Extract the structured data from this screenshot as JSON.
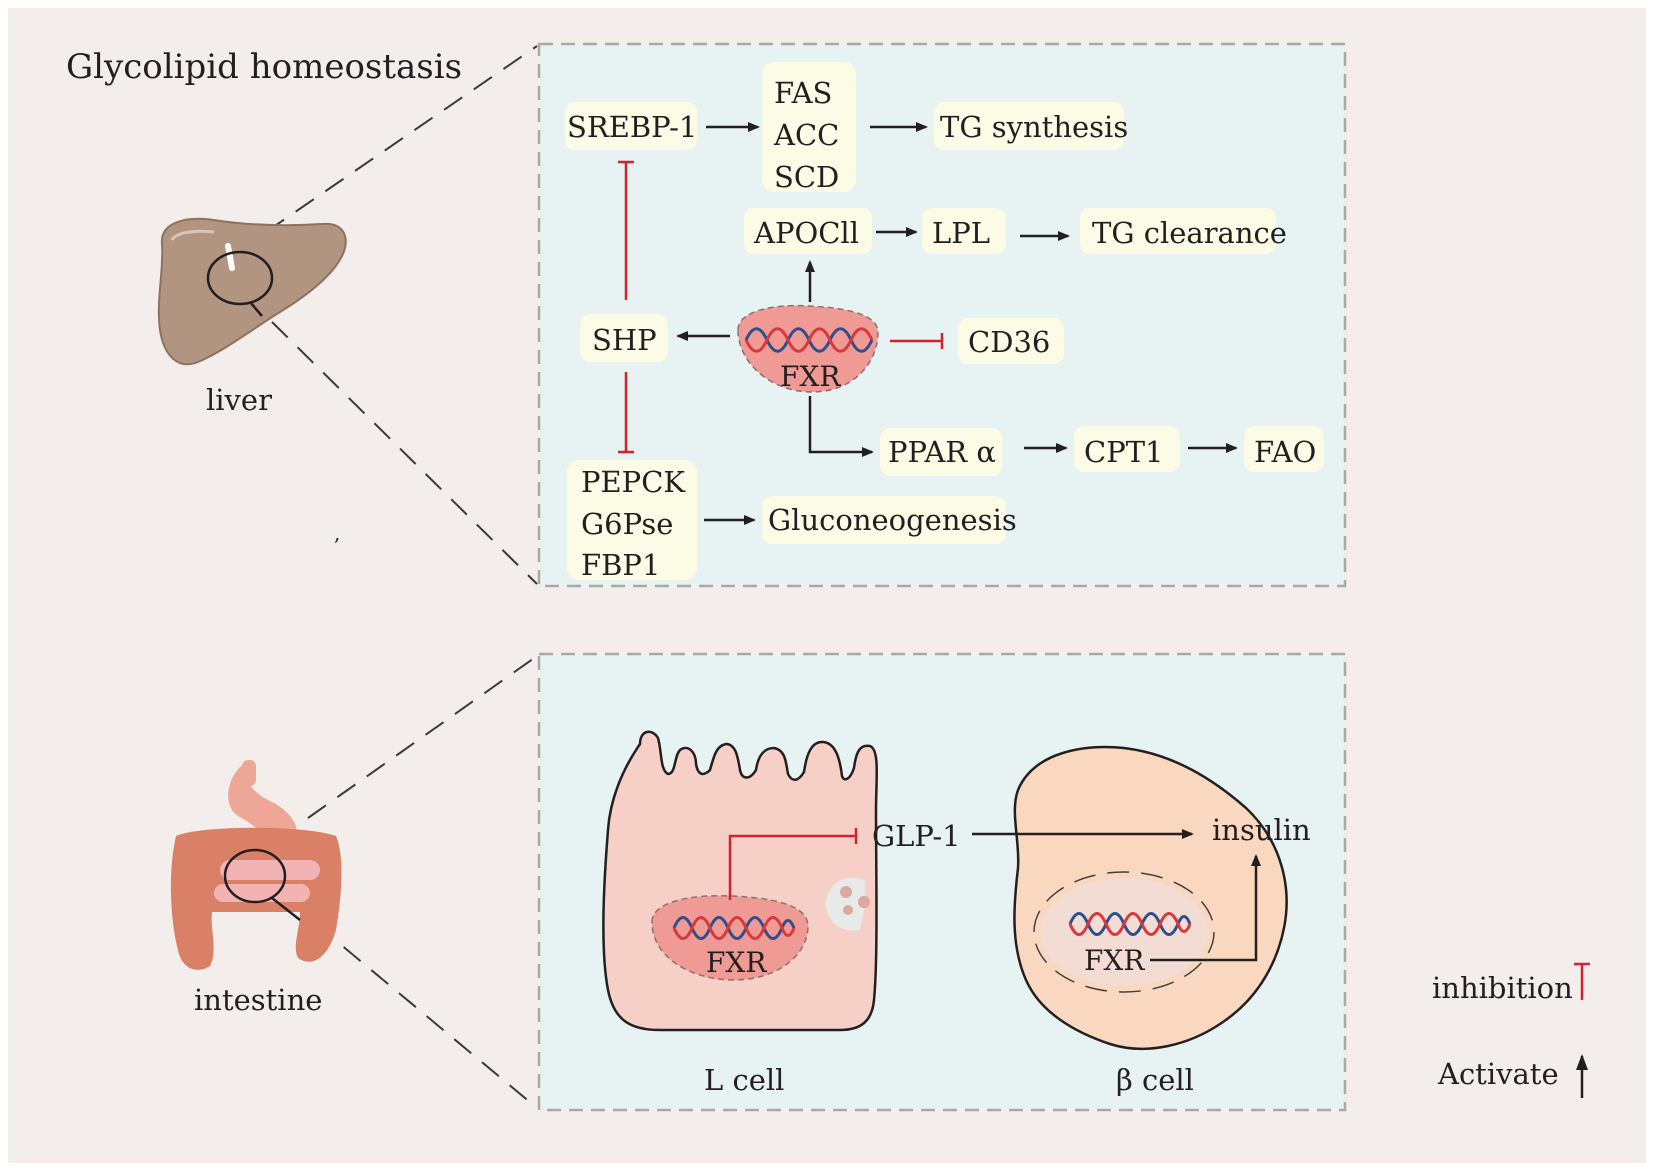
{
  "title": "Glycolipid homeostasis",
  "organs": {
    "liver": "liver",
    "intestine": "intestine"
  },
  "liver_panel": {
    "srebp1": "SREBP-1",
    "fas": "FAS",
    "acc": "ACC",
    "scd": "SCD",
    "tg_synthesis": "TG synthesis",
    "apocii": "APOCll",
    "lpl": "LPL",
    "tg_clearance": "TG clearance",
    "shp": "SHP",
    "fxr": "FXR",
    "cd36": "CD36",
    "ppara": "PPAR α",
    "cpt1": "CPT1",
    "fao": "FAO",
    "pepck": "PEPCK",
    "g6pse": "G6Pse",
    "fbp1": "FBP1",
    "gluconeogenesis": "Gluconeogenesis"
  },
  "intestine_panel": {
    "glp1": "GLP-1",
    "insulin": "insulin",
    "fxr_l": "FXR",
    "fxr_b": "FXR",
    "l_cell": "L cell",
    "b_cell": "β cell"
  },
  "legend": {
    "inhibition": "inhibition",
    "activate": "Activate"
  },
  "colors": {
    "background": "#f3eeeb",
    "panel": "#e7f2f3",
    "panel_border": "#a9a9a9",
    "node": "#fbfbe6",
    "inhibit": "#d3212d",
    "arrow": "#231f20",
    "nucleus": "#ef9a94",
    "dna_blue": "#2e4e8c",
    "dna_red": "#d8383b"
  }
}
